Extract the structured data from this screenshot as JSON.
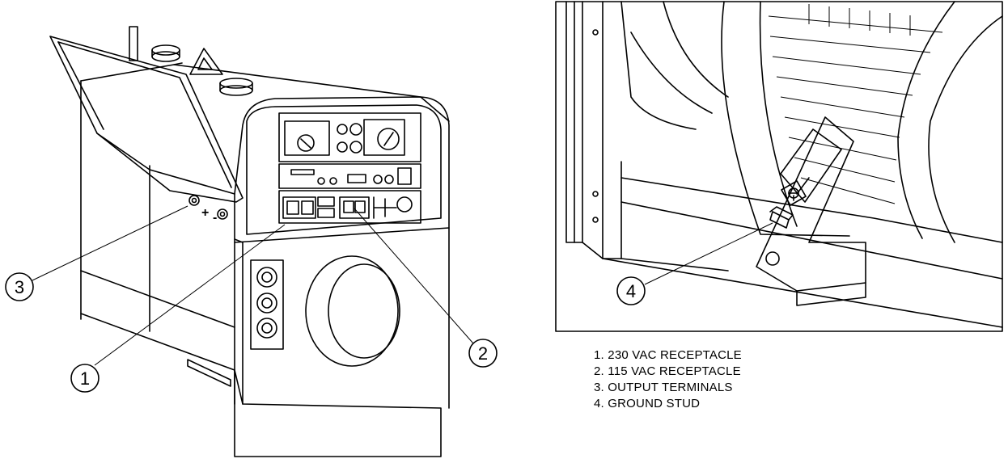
{
  "callouts": [
    {
      "number": "1"
    },
    {
      "number": "2"
    },
    {
      "number": "3"
    },
    {
      "number": "4"
    }
  ],
  "panel_labels": {
    "terminal_plus": "+",
    "terminal_minus": "-"
  },
  "legend": [
    {
      "text": "1.  230 VAC RECEPTACLE"
    },
    {
      "text": "2.  115 VAC RECEPTACLE"
    },
    {
      "text": "3.  OUTPUT TERMINALS"
    },
    {
      "text": "4.  GROUND STUD"
    }
  ]
}
